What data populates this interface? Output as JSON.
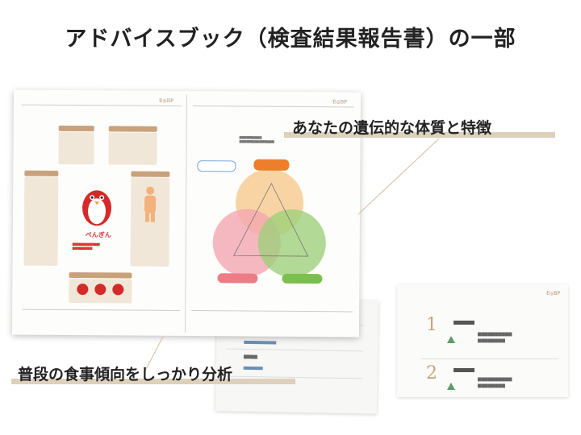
{
  "headline": "アドバイスブック（検査結果報告書）の一部",
  "captions": {
    "traits": "あなたの遺伝的な体質と特徴",
    "diet": "普段の食事傾向をしっかり分析"
  },
  "spread": {
    "penguin_label": "ぺんぎん",
    "logo_left": "E◎BP",
    "logo_right": "E◎BP"
  },
  "back_right": {
    "logo": "E◎BP",
    "num1": "1",
    "num2": "2"
  },
  "colors": {
    "accent": "#c9a27c",
    "caption_underline": "#ddd1bd",
    "venn_orange": "#f6c98e",
    "venn_pink": "#f4a6b0",
    "venn_green": "#9fd07a",
    "penguin": "#d42a2a"
  }
}
